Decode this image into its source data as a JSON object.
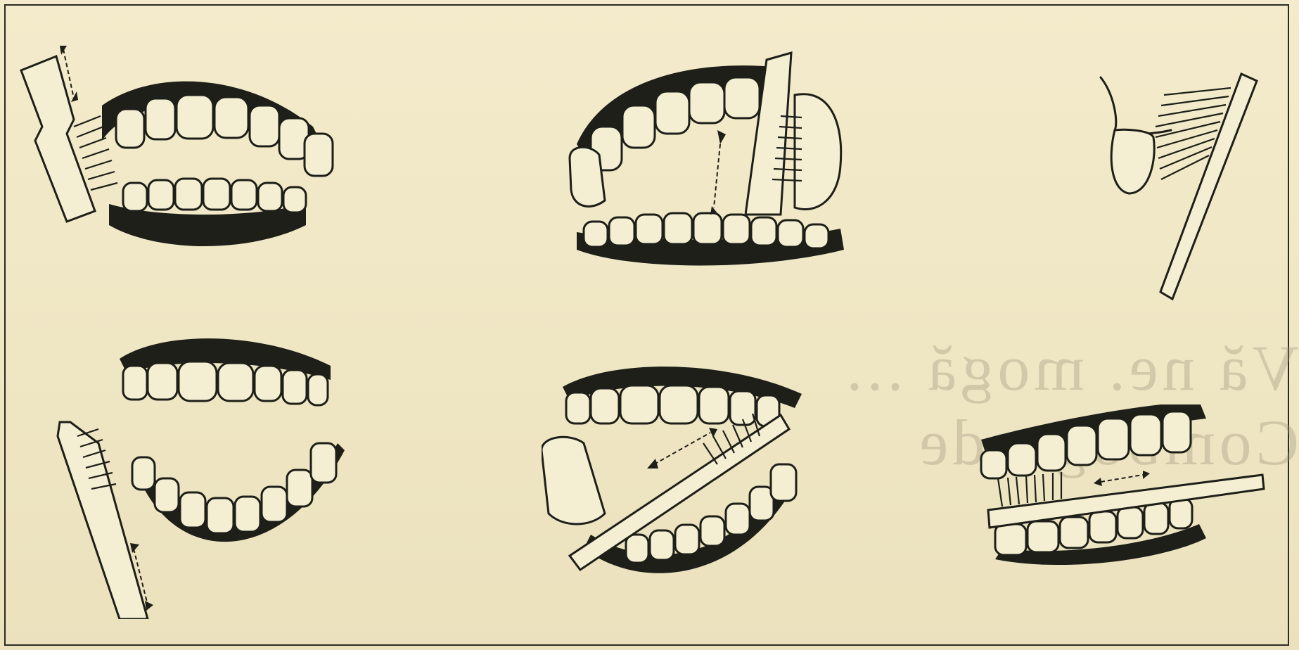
{
  "figure": {
    "bleed_through_text": "Vă ne. mogă ... Combogzade",
    "panels": [
      {
        "id": "upper-left-outer",
        "icon": "toothbrush-vertical-outer-upper"
      },
      {
        "id": "upper-center-inner",
        "icon": "toothbrush-vertical-inner-upper"
      },
      {
        "id": "right-side-profile",
        "icon": "toothbrush-angled-gumline"
      },
      {
        "id": "lower-left-outer",
        "icon": "toothbrush-vertical-outer-lower"
      },
      {
        "id": "lower-center-inner",
        "icon": "toothbrush-horizontal-inner-lower"
      },
      {
        "id": "lower-right-chewing",
        "icon": "toothbrush-horizontal-chewing-surface"
      }
    ],
    "colors": {
      "paper": "#f1e9c9",
      "ink": "#1d1f18"
    }
  }
}
